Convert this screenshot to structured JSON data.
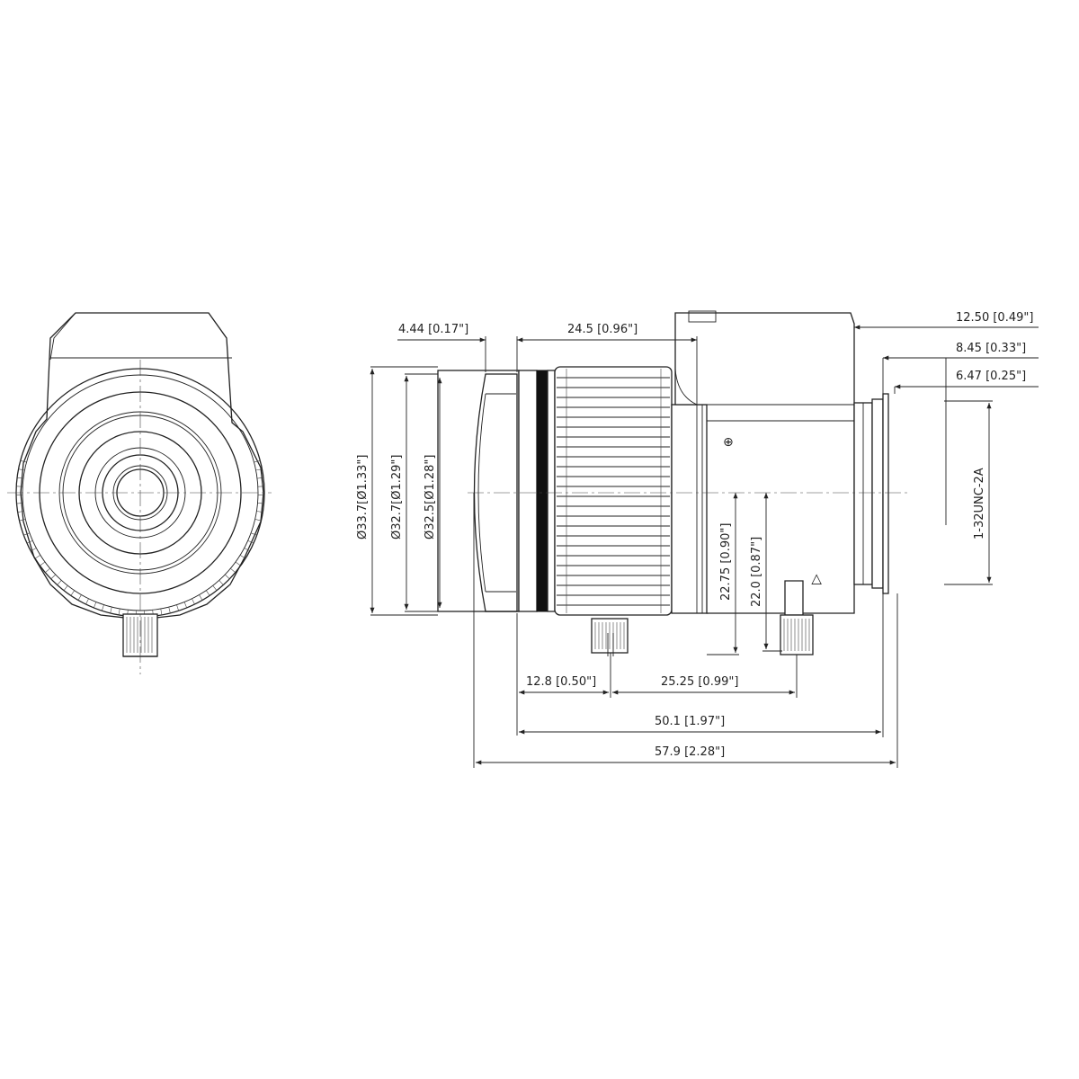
{
  "dimensions": {
    "d_44_4": "4.44 [0.17\"]",
    "d_24_5": "24.5 [0.96\"]",
    "d_12_50": "12.50 [0.49\"]",
    "d_8_45": "8.45 [0.33\"]",
    "d_6_47": "6.47 [0.25\"]",
    "dia_33_7": "Ø33.7[Ø1.33\"]",
    "dia_32_7": "Ø32.7[Ø1.29\"]",
    "dia_32_5": "Ø32.5[Ø1.28\"]",
    "d_22_75": "22.75 [0.90\"]",
    "d_22_0": "22.0 [0.87\"]",
    "thread": "1-32UNC-2A",
    "d_12_8": "12.8 [0.50\"]",
    "d_25_25": "25.25 [0.99\"]",
    "d_50_1": "50.1 [1.97\"]",
    "d_57_9": "57.9 [2.28\"]"
  },
  "markings": {
    "plus_symbol": "⊕",
    "arrow_mark": "▷"
  }
}
